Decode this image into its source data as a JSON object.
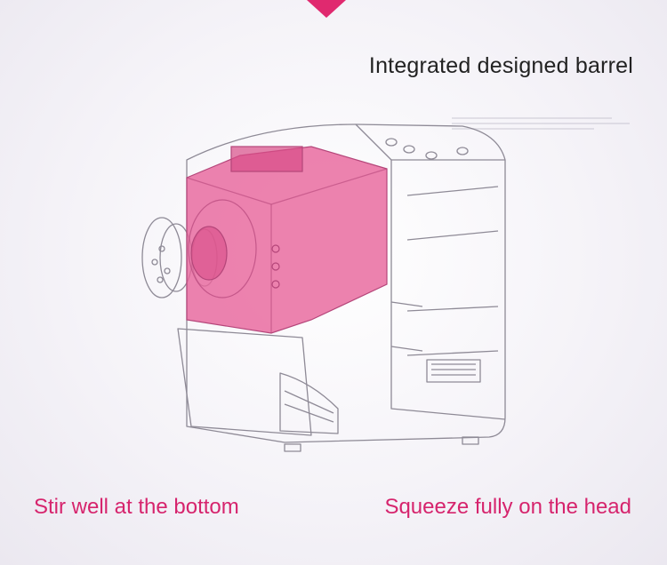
{
  "headline": "Integrated designed barrel",
  "captions": {
    "left": "Stir well at the bottom",
    "right": "Squeeze fully on the head"
  },
  "colors": {
    "accent": "#d6246d",
    "barrel_fill": "#e8669c",
    "line": "#8e8a96",
    "text": "#222222"
  }
}
